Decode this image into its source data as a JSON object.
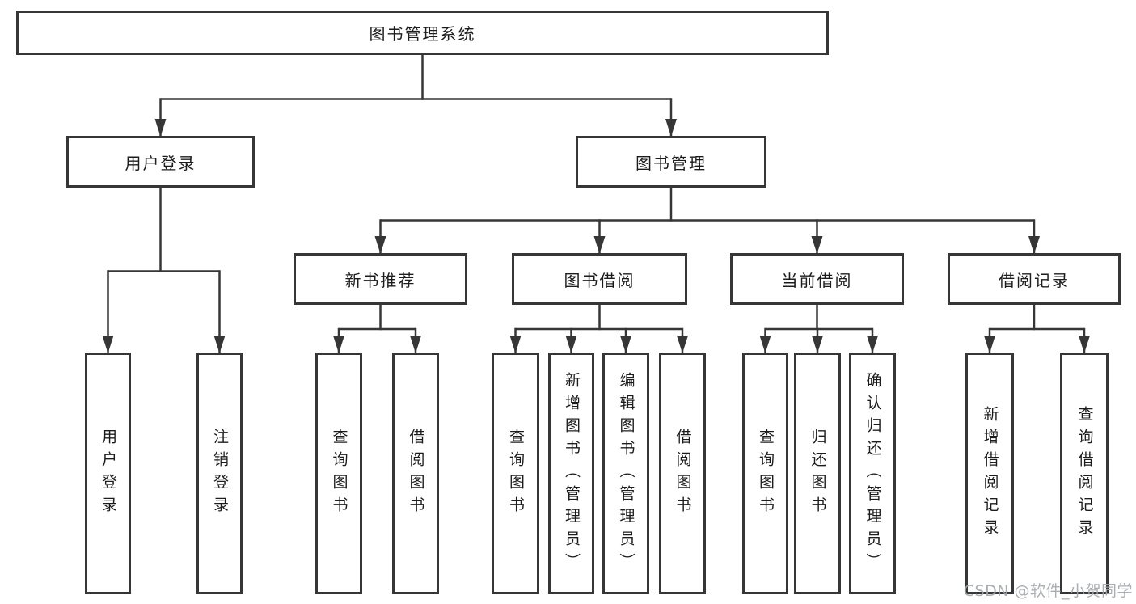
{
  "title": "图书管理系统",
  "watermark": "CSDN @软件_小贺同学",
  "colors": {
    "line": "#363636",
    "box_border": "#363636",
    "box_fill": "#ffffff",
    "text": "#1c1c1c",
    "background": "#ffffff",
    "watermark": "#a2a7ac"
  },
  "nodes": {
    "root": {
      "label": "图书管理系统"
    },
    "user_login": {
      "label": "用户登录"
    },
    "book_mgmt": {
      "label": "图书管理"
    },
    "new_book_rec": {
      "label": "新书推荐"
    },
    "book_borrow": {
      "label": "图书借阅"
    },
    "current_borrow": {
      "label": "当前借阅"
    },
    "borrow_record": {
      "label": "借阅记录"
    },
    "ul_login": {
      "label": "用户登录"
    },
    "ul_logout": {
      "label": "注销登录"
    },
    "nr_query": {
      "label": "查询图书"
    },
    "nr_borrow": {
      "label": "借阅图书"
    },
    "bb_query": {
      "label": "查询图书"
    },
    "bb_add": {
      "label": "新增图书（管理员）"
    },
    "bb_edit": {
      "label": "编辑图书（管理员）"
    },
    "bb_borrow": {
      "label": "借阅图书"
    },
    "cb_query": {
      "label": "查询图书"
    },
    "cb_return": {
      "label": "归还图书"
    },
    "cb_confirm": {
      "label": "确认归还（管理员）"
    },
    "br_add": {
      "label": "新增借阅记录"
    },
    "br_query": {
      "label": "查询借阅记录"
    }
  }
}
